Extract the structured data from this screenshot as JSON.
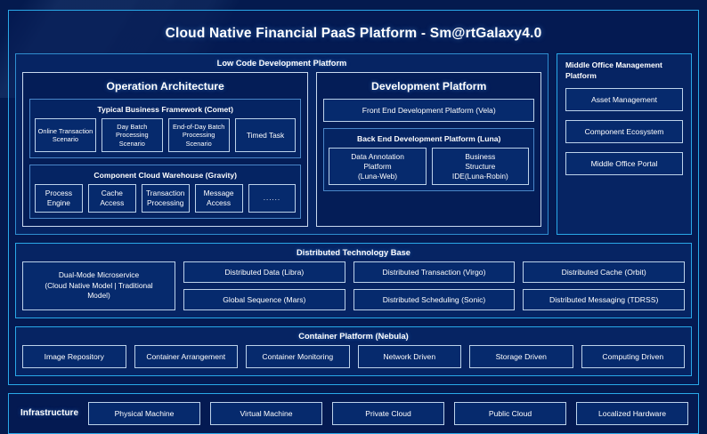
{
  "platform": {
    "title": "Cloud Native Financial PaaS Platform - Sm@rtGalaxy4.0",
    "accent_color": "#29a8e8",
    "background_color": "#041a4e",
    "box_color": "#062a6d"
  },
  "low_code": {
    "title": "Low Code Development Platform",
    "operation_architecture": {
      "title": "Operation Architecture",
      "groups": [
        {
          "title": "Typical Business Framework (Comet)",
          "items": [
            "Online Transaction\nScenario",
            "Day Batch Processing\nScenario",
            "End-of-Day Batch\nProcessing Scenario",
            "Timed Task"
          ]
        },
        {
          "title": "Component Cloud Warehouse (Gravity)",
          "items": [
            "Process\nEngine",
            "Cache\nAccess",
            "Transaction\nProcessing",
            "Message\nAccess",
            "......"
          ]
        }
      ]
    },
    "development_platform": {
      "title": "Development Platform",
      "front_end": "Front End Development Platform (Vela)",
      "back_end": {
        "title": "Back End Development Platform (Luna)",
        "items": [
          "Data Annotation\nPlatform\n(Luna-Web)",
          "Business\nStructure\nIDE(Luna-Robin)"
        ]
      }
    }
  },
  "middle_office": {
    "title": "Middle Office Management Platform",
    "items": [
      "Asset Management",
      "Component Ecosystem",
      "Middle Office Portal"
    ]
  },
  "distributed_technology_base": {
    "title": "Distributed Technology Base",
    "highlight": "Dual-Mode Microservice\n(Cloud Native Model | Traditional\nModel)",
    "columns": [
      [
        "Distributed Data (Libra)",
        "Global Sequence (Mars)"
      ],
      [
        "Distributed Transaction (Virgo)",
        "Distributed Scheduling (Sonic)"
      ],
      [
        "Distributed Cache (Orbit)",
        "Distributed Messaging (TDRSS)"
      ]
    ]
  },
  "container_platform": {
    "title": "Container Platform (Nebula)",
    "items": [
      "Image Repository",
      "Container Arrangement",
      "Container Monitoring",
      "Network Driven",
      "Storage Driven",
      "Computing Driven"
    ]
  },
  "infrastructure": {
    "label": "Infrastructure",
    "items": [
      "Physical Machine",
      "Virtual Machine",
      "Private Cloud",
      "Public Cloud",
      "Localized Hardware"
    ]
  }
}
